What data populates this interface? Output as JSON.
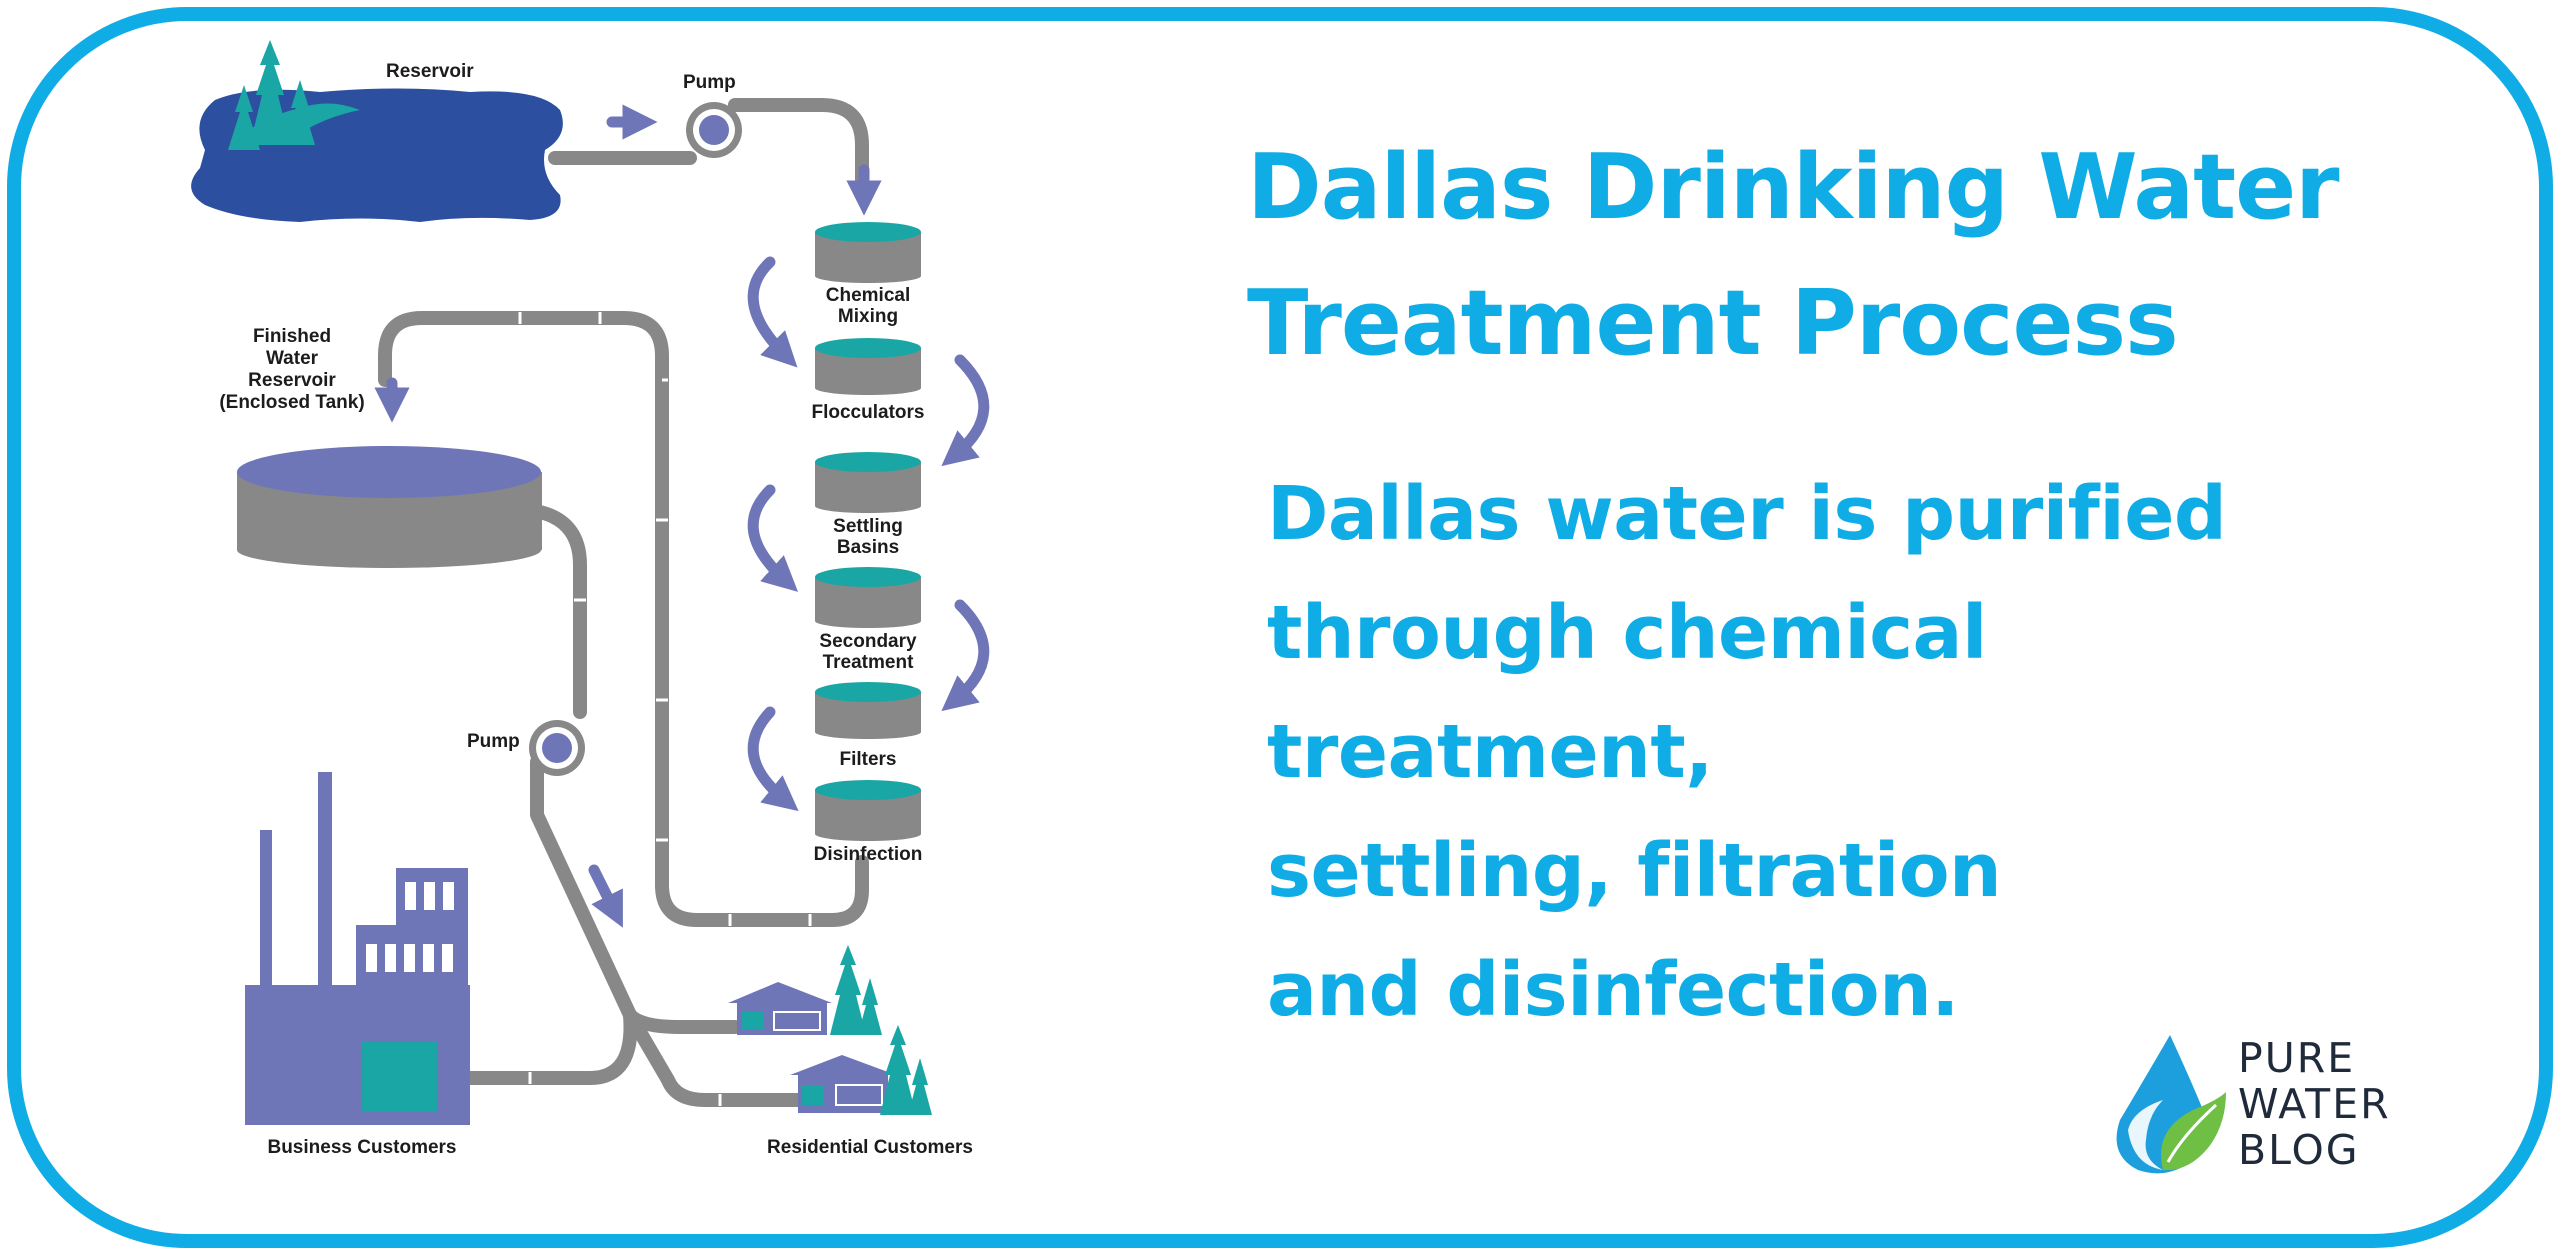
{
  "title": {
    "line1": "Dallas Drinking Water",
    "line2": "Treatment Process"
  },
  "description": {
    "line1": "Dallas water is purified",
    "line2": "through chemical",
    "line3": "treatment,",
    "line4": "settling, filtration",
    "line5": "and disinfection."
  },
  "diagram": {
    "reservoir": "Reservoir",
    "pump_top": "Pump",
    "finished_reservoir": [
      "Finished",
      "Water",
      "Reservoir",
      "(Enclosed Tank)"
    ],
    "stages": [
      [
        "Chemical",
        "Mixing"
      ],
      [
        "Flocculators"
      ],
      [
        "Settling",
        "Basins"
      ],
      [
        "Secondary",
        "Treatment"
      ],
      [
        "Filters"
      ],
      [
        "Disinfection"
      ]
    ],
    "pump_bottom": "Pump",
    "business": "Business Customers",
    "residential": "Residential Customers"
  },
  "logo": {
    "line1": "PURE",
    "line2": "WATER",
    "line3": "BLOG"
  },
  "colors": {
    "brand_blue": "#10ace6",
    "pipe_gray": "#888888",
    "arrow_purple": "#6f76b8",
    "teal": "#1aa6a4",
    "lake_blue": "#2d4fa0"
  }
}
